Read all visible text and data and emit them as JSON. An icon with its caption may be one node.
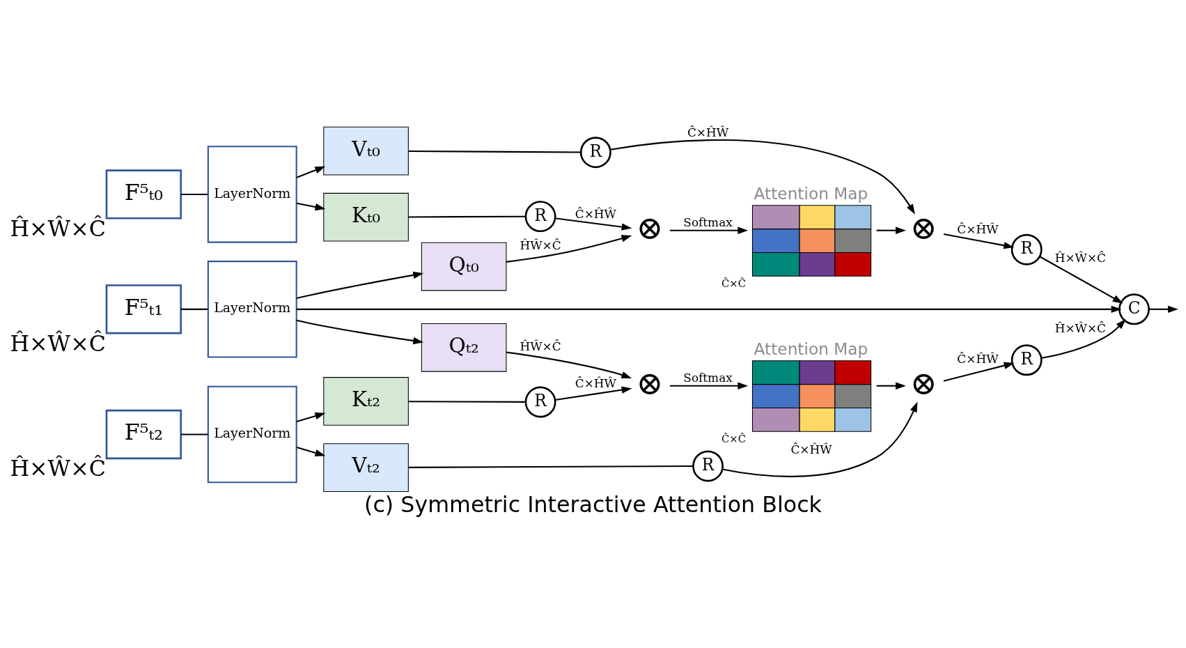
{
  "diagram": {
    "caption": "(c) Symmetric Interactive Attention Block",
    "nodes": [
      {
        "text": [
          "F⁵ₜ₀"
        ],
        "beside": [
          "Ĥ×Ŵ×Ĉ"
        ]
      },
      {
        "text": [
          "LayerNorm"
        ]
      },
      {
        "text": [
          "Vₜ₀"
        ]
      },
      {
        "text": [
          "R"
        ]
      },
      {
        "text": [
          "Kₜ₀"
        ]
      },
      {
        "text": [
          "R"
        ]
      },
      {
        "text": [
          "⊗"
        ]
      },
      {
        "text": [
          "Attention Map"
        ],
        "beside": [
          "Ĉ×Ĉ"
        ]
      },
      {
        "text": [
          "⊗"
        ]
      },
      {
        "text": [
          "R"
        ]
      },
      {
        "text": [
          "F⁵ₜ₁"
        ],
        "beside": [
          "Ĥ×Ŵ×Ĉ"
        ]
      },
      {
        "text": [
          "LayerNorm"
        ]
      },
      {
        "text": [
          "Qₜ₀"
        ]
      },
      {
        "text": [
          "Qₜ₂"
        ]
      },
      {
        "text": [
          "C"
        ]
      },
      {
        "text": [
          "F⁵ₜ₂"
        ],
        "beside": [
          "Ĥ×Ŵ×Ĉ"
        ]
      },
      {
        "text": [
          "LayerNorm"
        ]
      },
      {
        "text": [
          "Kₜ₂"
        ]
      },
      {
        "text": [
          "R"
        ]
      },
      {
        "text": [
          "⊗"
        ]
      },
      {
        "text": [
          "Attention Map"
        ],
        "beside": [
          "Ĉ×Ĉ"
        ]
      },
      {
        "text": [
          "Vₜ₂"
        ]
      },
      {
        "text": [
          "R"
        ]
      },
      {
        "text": [
          "⊗"
        ]
      },
      {
        "text": [
          "R"
        ]
      }
    ],
    "edges": [
      {
        "from": 0,
        "to": 1,
        "arrow": "none"
      },
      {
        "from": 1,
        "to": 2,
        "arrow": "to"
      },
      {
        "from": 1,
        "to": 4,
        "arrow": "to"
      },
      {
        "from": 2,
        "to": 3,
        "arrow": "none"
      },
      {
        "from": 4,
        "to": 5,
        "arrow": "none"
      },
      {
        "from": 3,
        "to": 8,
        "arrow": "to",
        "label": "Ĉ×ĤŴ"
      },
      {
        "from": 5,
        "to": 6,
        "arrow": "to",
        "label": "Ĉ×ĤŴ"
      },
      {
        "from": 12,
        "to": 6,
        "arrow": "to",
        "label": "ĤŴ×Ĉ"
      },
      {
        "from": 6,
        "to": 7,
        "arrow": "to",
        "label": "Softmax"
      },
      {
        "from": 7,
        "to": 8,
        "arrow": "to"
      },
      {
        "from": 8,
        "to": 9,
        "arrow": "to",
        "label": "Ĉ×ĤŴ"
      },
      {
        "from": 9,
        "to": 14,
        "arrow": "to",
        "label": "Ĥ×Ŵ×Ĉ"
      },
      {
        "from": 10,
        "to": 11,
        "arrow": "none"
      },
      {
        "from": 11,
        "to": 12,
        "arrow": "to"
      },
      {
        "from": 11,
        "to": 13,
        "arrow": "to"
      },
      {
        "from": 11,
        "to": 14,
        "arrow": "to"
      },
      {
        "from": 15,
        "to": 16,
        "arrow": "none"
      },
      {
        "from": 16,
        "to": 17,
        "arrow": "to"
      },
      {
        "from": 16,
        "to": 21,
        "arrow": "to"
      },
      {
        "from": 17,
        "to": 18,
        "arrow": "none"
      },
      {
        "from": 21,
        "to": 22,
        "arrow": "none"
      },
      {
        "from": 13,
        "to": 19,
        "arrow": "to",
        "label": "ĤŴ×Ĉ"
      },
      {
        "from": 18,
        "to": 19,
        "arrow": "to",
        "label": "Ĉ×ĤŴ"
      },
      {
        "from": 19,
        "to": 20,
        "arrow": "to",
        "label": "Softmax"
      },
      {
        "from": 20,
        "to": 23,
        "arrow": "to"
      },
      {
        "from": 22,
        "to": 23,
        "arrow": "to",
        "label": "Ĉ×ĤŴ"
      },
      {
        "from": 23,
        "to": 24,
        "arrow": "to",
        "label": "Ĉ×ĤŴ"
      },
      {
        "from": 24,
        "to": 14,
        "arrow": "to",
        "label": "Ĥ×Ŵ×Ĉ"
      },
      {
        "from": 14,
        "to": null,
        "arrow": "to"
      }
    ]
  }
}
